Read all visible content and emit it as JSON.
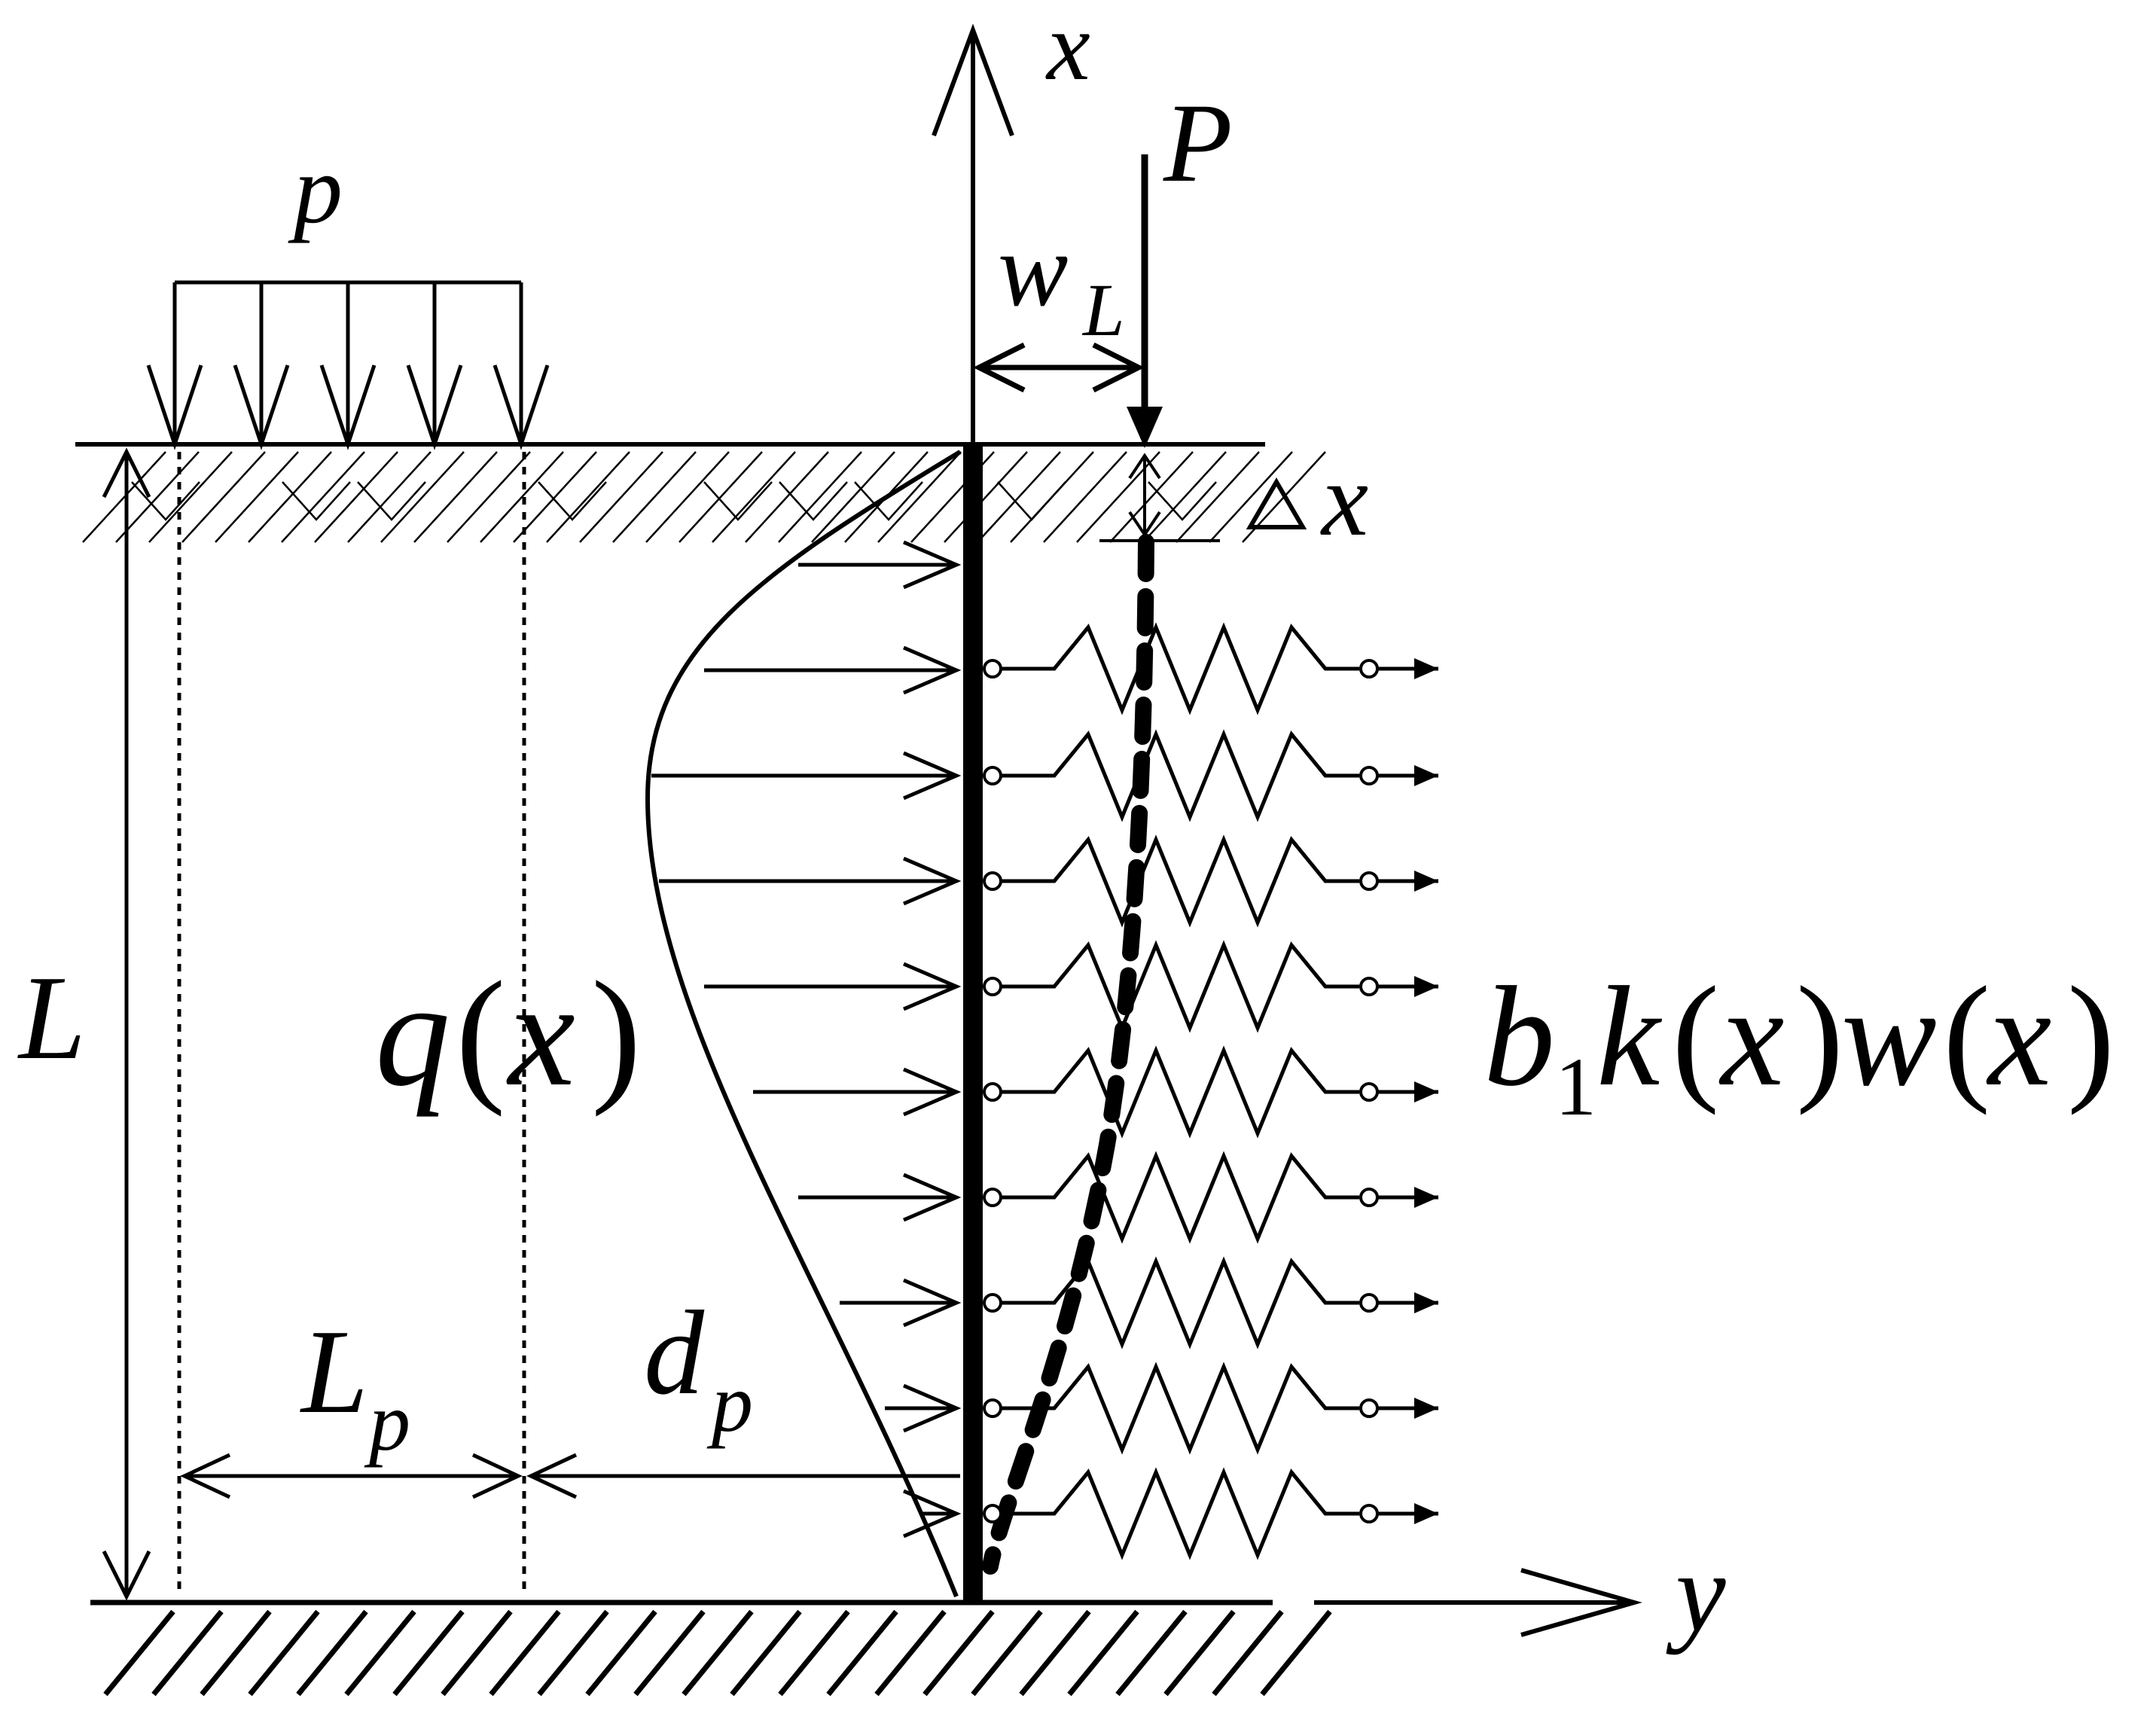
{
  "labels": {
    "axis_x_top": "x",
    "point_load": "P",
    "surcharge": "p",
    "offset_w": "w",
    "offset_w_sub": "L",
    "depth_x": "x",
    "length": "L",
    "lateral_load_q": "q",
    "lateral_load_arg": "x",
    "lp_main": "L",
    "lp_sub": "p",
    "dp_main": "d",
    "dp_sub": "p",
    "spring_b": "b",
    "spring_b_sub": "1",
    "spring_k": "k",
    "spring_kx": "x",
    "spring_w": "w",
    "spring_wx": "x",
    "axis_y": "y"
  },
  "colors": {
    "stroke": "#000000",
    "background": "#ffffff"
  }
}
